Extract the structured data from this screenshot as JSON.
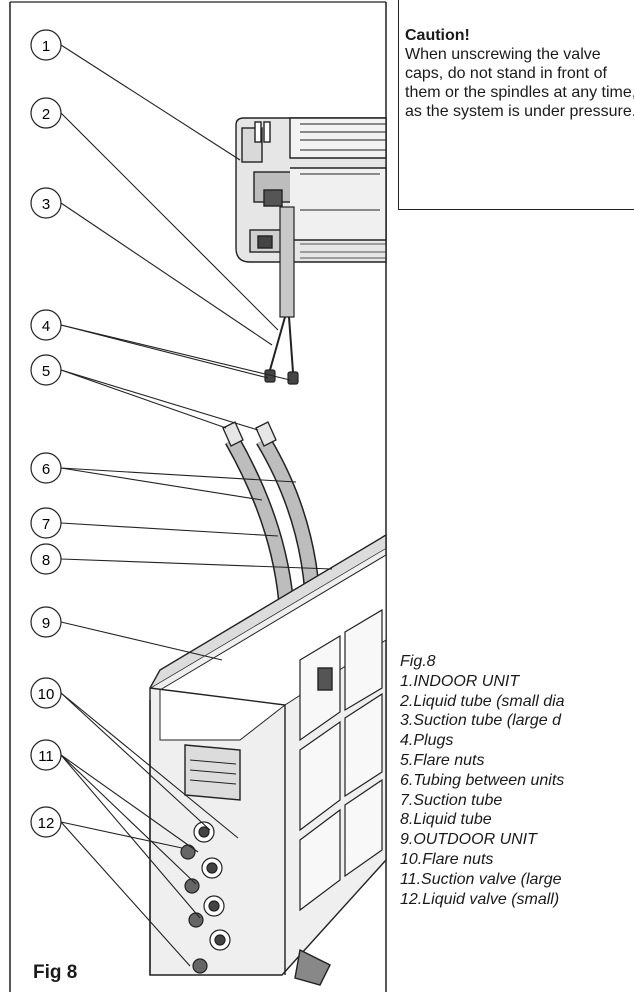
{
  "caution": {
    "title": "Caution!",
    "text": "When unscrewing the valve caps, do not stand in front of them or the spindles at any time, as the system is under pressure."
  },
  "callouts": [
    "1",
    "2",
    "3",
    "4",
    "5",
    "6",
    "7",
    "8",
    "9",
    "10",
    "11",
    "12"
  ],
  "legend": {
    "title": "Fig.8",
    "items": [
      "1.INDOOR UNIT",
      "2.Liquid tube (small dia",
      "3.Suction tube (large d",
      "4.Plugs",
      "5.Flare nuts",
      "6.Tubing between units",
      "7.Suction tube",
      "8.Liquid tube",
      "9.OUTDOOR UNIT",
      "10.Flare nuts",
      "11.Suction valve (large",
      "12.Liquid valve (small)"
    ]
  },
  "figure_label": "Fig 8"
}
